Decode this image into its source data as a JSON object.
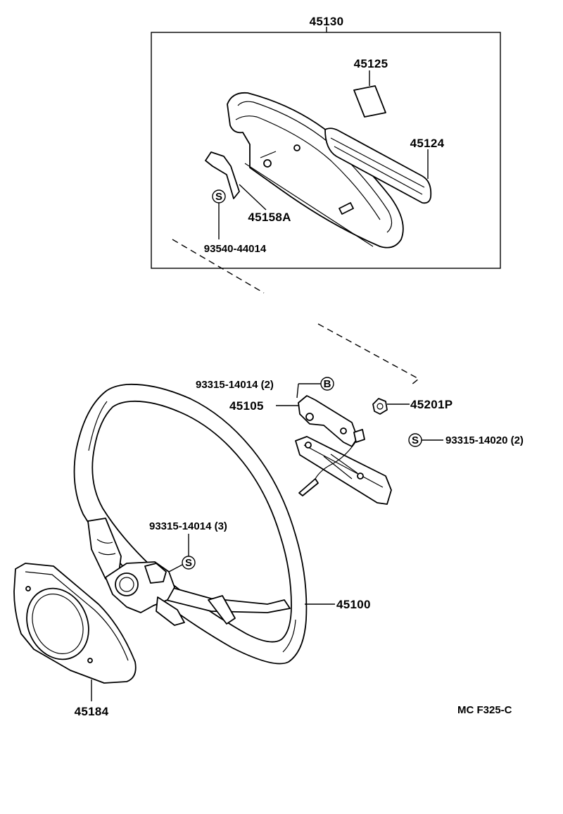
{
  "diagram": {
    "drawing_code": "MC F325-C",
    "colors": {
      "ink": "#000000",
      "paper": "#ffffff"
    },
    "symbols": {
      "s": "S",
      "b": "B"
    },
    "labels": {
      "p45130": "45130",
      "p45125": "45125",
      "p45124": "45124",
      "p45158A": "45158A",
      "p93540_44014": "93540-44014",
      "p93315_14014_2": "93315-14014 (2)",
      "p45105": "45105",
      "p45201P": "45201P",
      "p93315_14020_2": "93315-14020 (2)",
      "p93315_14014_3": "93315-14014 (3)",
      "p45100": "45100",
      "p45184": "45184"
    }
  }
}
